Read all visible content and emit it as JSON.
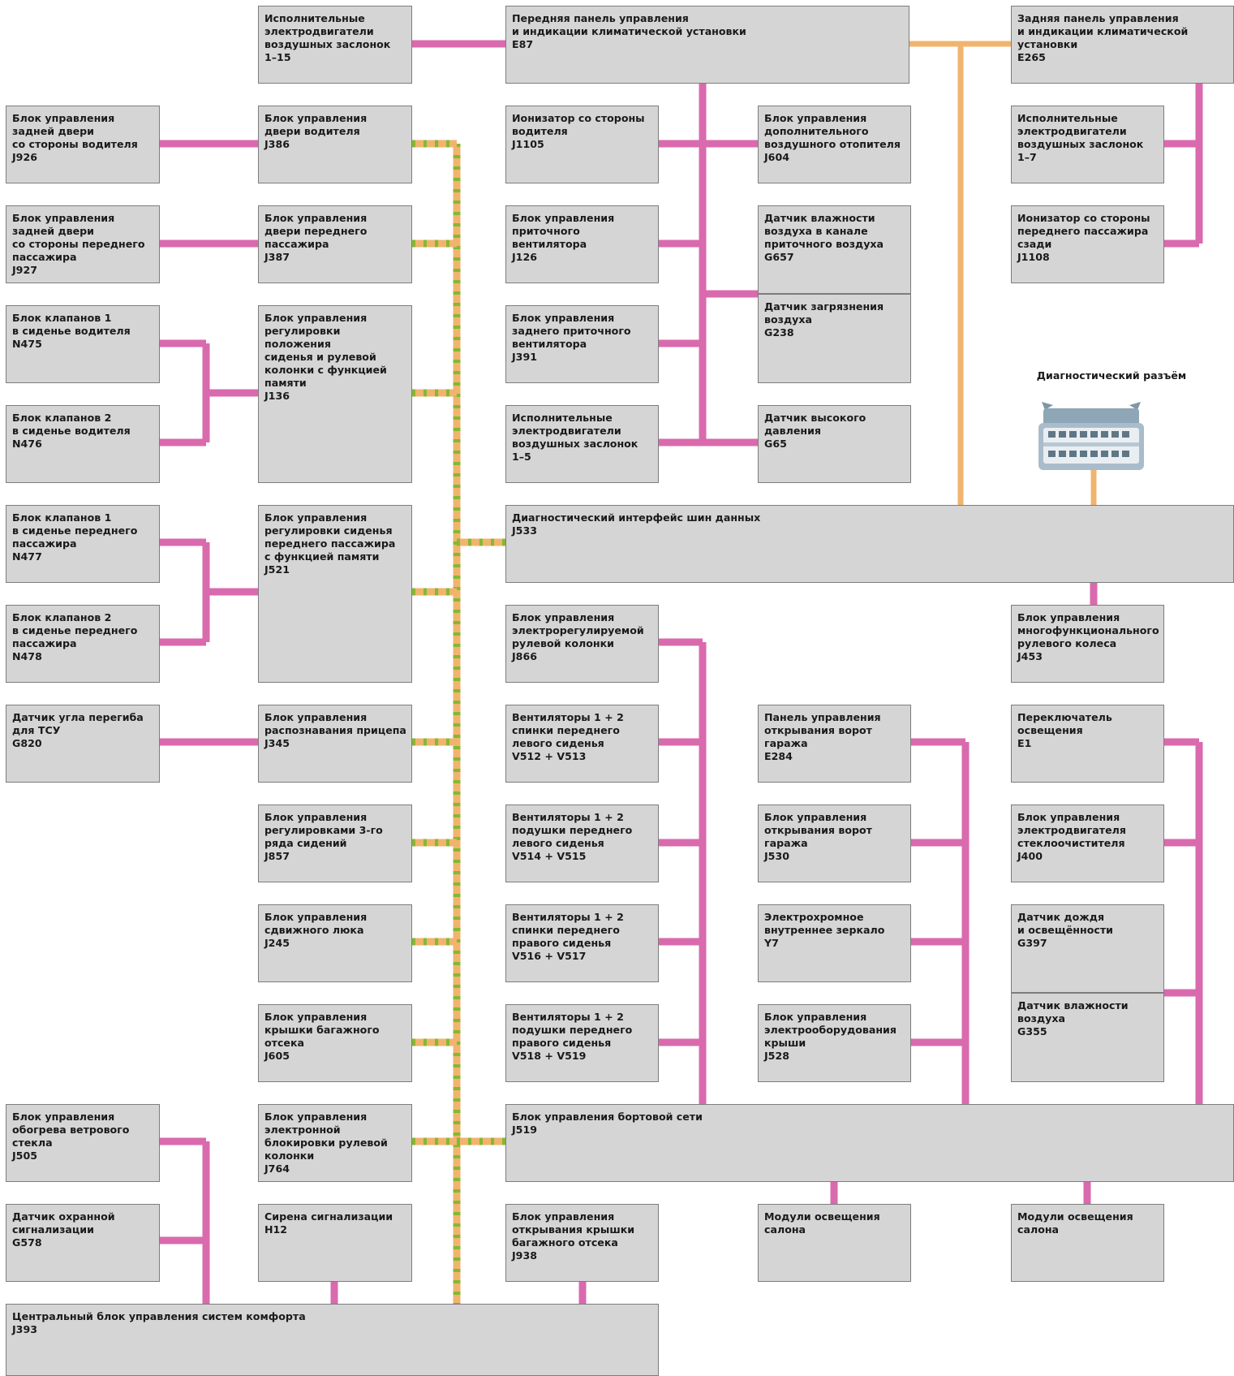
{
  "colors": {
    "lin": "#d96aae",
    "can_orange": "#f0b46e",
    "can_green": "#86b832",
    "box_fill": "#d5d5d5",
    "box_border": "#7d7d7d"
  },
  "diagnostic_label": "Диагностический разъём",
  "boxes": {
    "act_1_15": "Исполнительные\nэлектродвигатели\nвоздушных заслонок\n1–15",
    "e87": "Передняя панель управления\nи индикации климатической установки\nE87",
    "e265": "Задняя панель управления\nи индикации климатической\nустановки\nE265",
    "j926": "Блок управления\nзадней двери\nсо стороны водителя\nJ926",
    "j386": "Блок управления\nдвери водителя\nJ386",
    "j1105": "Ионизатор со стороны\nводителя\nJ1105",
    "j604": "Блок управления\nдополнительного\nвоздушного отопителя\nJ604",
    "act_1_7": "Исполнительные\nэлектродвигатели\nвоздушных заслонок\n1–7",
    "j927": "Блок управления\nзадней двери\nсо стороны переднего\nпассажира\nJ927",
    "j387": "Блок управления\nдвери переднего\nпассажира\nJ387",
    "j126": "Блок управления\nприточного вентилятора\nJ126",
    "g657": "Датчик влажности\nвоздуха в канале\nприточного воздуха\nG657",
    "j1108": "Ионизатор со стороны\nпереднего пассажира\nсзади\nJ1108",
    "n475": "Блок клапанов 1\nв сиденье водителя\nN475",
    "j136": "Блок управления\nрегулировки положения\nсиденья и рулевой\nколонки с функцией\nпамяти\nJ136",
    "j391": "Блок управления\nзаднего приточного\nвентилятора\nJ391",
    "g238": "Датчик загрязнения\nвоздуха\nG238",
    "n476": "Блок клапанов 2\nв сиденье водителя\nN476",
    "act_1_5": "Исполнительные\nэлектродвигатели\nвоздушных заслонок\n1–5",
    "g65": "Датчик высокого\nдавления\nG65",
    "n477": "Блок клапанов 1\nв сиденье переднего\nпассажира\nN477",
    "j521": "Блок управления\nрегулировки сиденья\nпереднего пассажира\nс функцией памяти\nJ521",
    "j533": "Диагностический интерфейс шин данных\nJ533",
    "n478": "Блок клапанов 2\nв сиденье переднего\nпассажира\nN478",
    "j866": "Блок управления\nэлектрорегулируемой\nрулевой колонки\nJ866",
    "j453": "Блок управления\nмногофункционального\nрулевого колеса\nJ453",
    "g820": "Датчик угла перегиба\nдля TCУ\nG820",
    "j345": "Блок управления\nраспознавания прицепа\nJ345",
    "v512": "Вентиляторы 1 + 2\nспинки переднего\nлевого сиденья\nV512 + V513",
    "e284": "Панель управления\nоткрывания ворот\nгаража\nE284",
    "e1": "Переключатель\nосвещения\nE1",
    "j857": "Блок управления\nрегулировками 3-го\nряда сидений\nJ857",
    "v514": "Вентиляторы 1 + 2\nподушки переднего\nлевого сиденья\nV514 + V515",
    "j530": "Блок управления\nоткрывания ворот\nгаража\nJ530",
    "j400": "Блок управления\nэлектродвигателя\nстеклоочистителя\nJ400",
    "j245": "Блок управления\nсдвижного люка\nJ245",
    "v516": "Вентиляторы 1 + 2\nспинки переднего\nправого сиденья\nV516 + V517",
    "y7": "Электрохромное\nвнутреннее зеркало\nY7",
    "g397": "Датчик дождя\nи освещённости\nG397",
    "j605": "Блок управления\nкрышки багажного\nотсека\nJ605",
    "v518": "Вентиляторы 1 + 2\nподушки переднего\nправого сиденья\nV518 + V519",
    "j528": "Блок управления\nэлектрооборудования\nкрыши\nJ528",
    "g355": "Датчик влажности\nвоздуха\nG355",
    "j505": "Блок управления\nобогрева ветрового\nстекла\nJ505",
    "j764": "Блок управления\nэлектронной\nблокировки рулевой\nколонки\nJ764",
    "j519": "Блок управления бортовой сети\nJ519",
    "g578": "Датчик охранной\nсигнализации\nG578",
    "h12": "Сирена сигнализации\nH12",
    "j938": "Блок управления\nоткрывания крышки\nбагажного отсека\nJ938",
    "light1": "Модули освещения\nсалона",
    "light2": "Модули освещения\nсалона",
    "j393": "Центральный блок управления систем комфорта\nJ393"
  }
}
